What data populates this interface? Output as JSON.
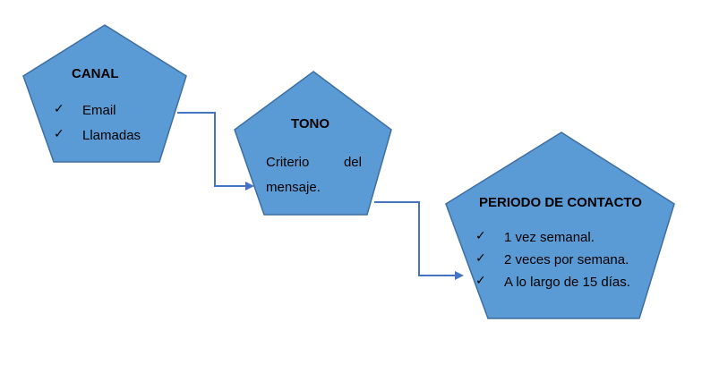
{
  "colors": {
    "shape_fill": "#5B9BD5",
    "shape_stroke": "#3E6EA1",
    "connector": "#4472C4",
    "text": "#000000",
    "background": "#FFFFFF"
  },
  "icons": {
    "bullet": "checkmark-icon",
    "arrowhead": "arrow-right-icon"
  },
  "nodes": {
    "canal": {
      "title": "CANAL",
      "items": [
        "Email",
        "Llamadas"
      ]
    },
    "tono": {
      "title": "TONO",
      "line1_words": [
        "Criterio",
        "del"
      ],
      "line2": "mensaje."
    },
    "periodo": {
      "title": "PERIODO DE CONTACTO",
      "items": [
        "1 vez semanal.",
        "2 veces por semana.",
        "A lo largo de 15 días."
      ]
    }
  },
  "connectors": [
    {
      "from": "canal",
      "to": "tono"
    },
    {
      "from": "tono",
      "to": "periodo"
    }
  ]
}
